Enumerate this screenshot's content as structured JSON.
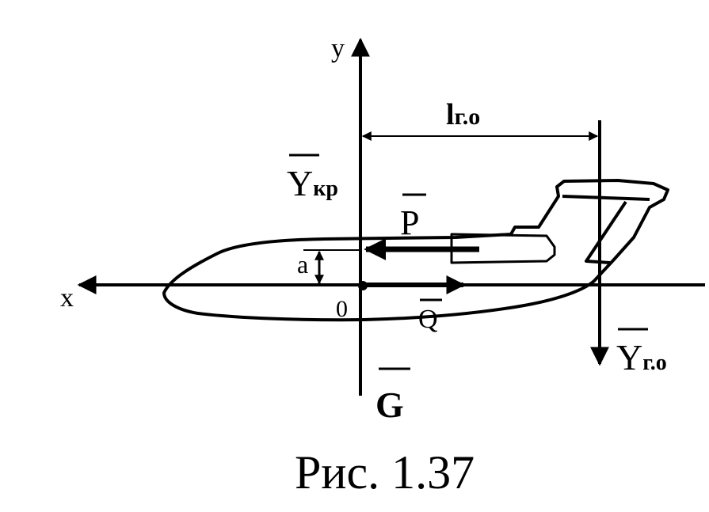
{
  "diagram": {
    "axis_y": "y",
    "axis_x": "x",
    "origin": "0",
    "dist_main": "l",
    "dist_sub": "г.о",
    "force_y_wing_main": "Y",
    "force_y_wing_sub": "кр",
    "force_thrust": "P",
    "force_drag": "Q",
    "force_weight": "G",
    "force_y_tail_main": "Y",
    "force_y_tail_sub": "г.о",
    "offset": "a",
    "caption": "Рис. 1.37"
  }
}
